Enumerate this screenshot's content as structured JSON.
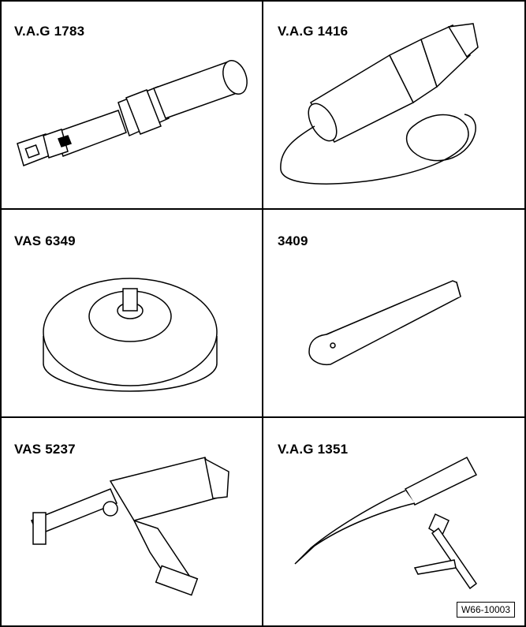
{
  "tools": [
    {
      "label": "V.A.G 1783",
      "icon": "torque-wrench-icon"
    },
    {
      "label": "V.A.G 1416",
      "icon": "hot-air-gun-icon"
    },
    {
      "label": "VAS 6349",
      "icon": "roller-disc-icon"
    },
    {
      "label": "3409",
      "icon": "wedge-tool-icon"
    },
    {
      "label": "VAS 5237",
      "icon": "cartridge-gun-icon"
    },
    {
      "label": "V.A.G 1351",
      "icon": "cutting-wire-tool-icon"
    }
  ],
  "reference": "W66-10003"
}
